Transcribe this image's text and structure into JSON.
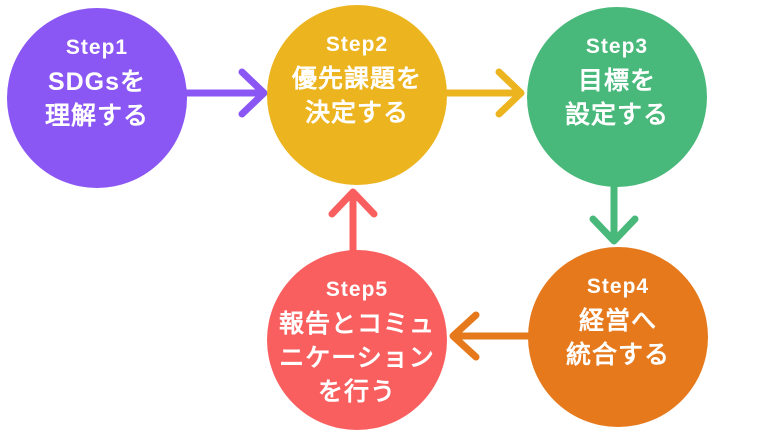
{
  "diagram": {
    "background": "#ffffff",
    "text_color": "#ffffff",
    "steps": [
      {
        "label": "Step1",
        "lines": [
          "SDGsを",
          "理解する"
        ],
        "color": "#8B57F4"
      },
      {
        "label": "Step2",
        "lines": [
          "優先課題を",
          "決定する"
        ],
        "color": "#ECB41F"
      },
      {
        "label": "Step3",
        "lines": [
          "目標を",
          "設定する"
        ],
        "color": "#48B97A"
      },
      {
        "label": "Step4",
        "lines": [
          "経営へ",
          "統合する"
        ],
        "color": "#E6791C"
      },
      {
        "label": "Step5",
        "lines": [
          "報告とコミュ",
          "ニケーション",
          "を行う"
        ],
        "color": "#F95F5F"
      }
    ],
    "arrows": [
      {
        "name": "step1-to-step2",
        "direction": "right",
        "color": "#8B57F4"
      },
      {
        "name": "step2-to-step3",
        "direction": "right",
        "color": "#ECB41F"
      },
      {
        "name": "step3-to-step4",
        "direction": "down",
        "color": "#48B97A"
      },
      {
        "name": "step4-to-step5",
        "direction": "left",
        "color": "#E6791C"
      },
      {
        "name": "step5-to-step2",
        "direction": "up",
        "color": "#F95F5F"
      }
    ]
  }
}
